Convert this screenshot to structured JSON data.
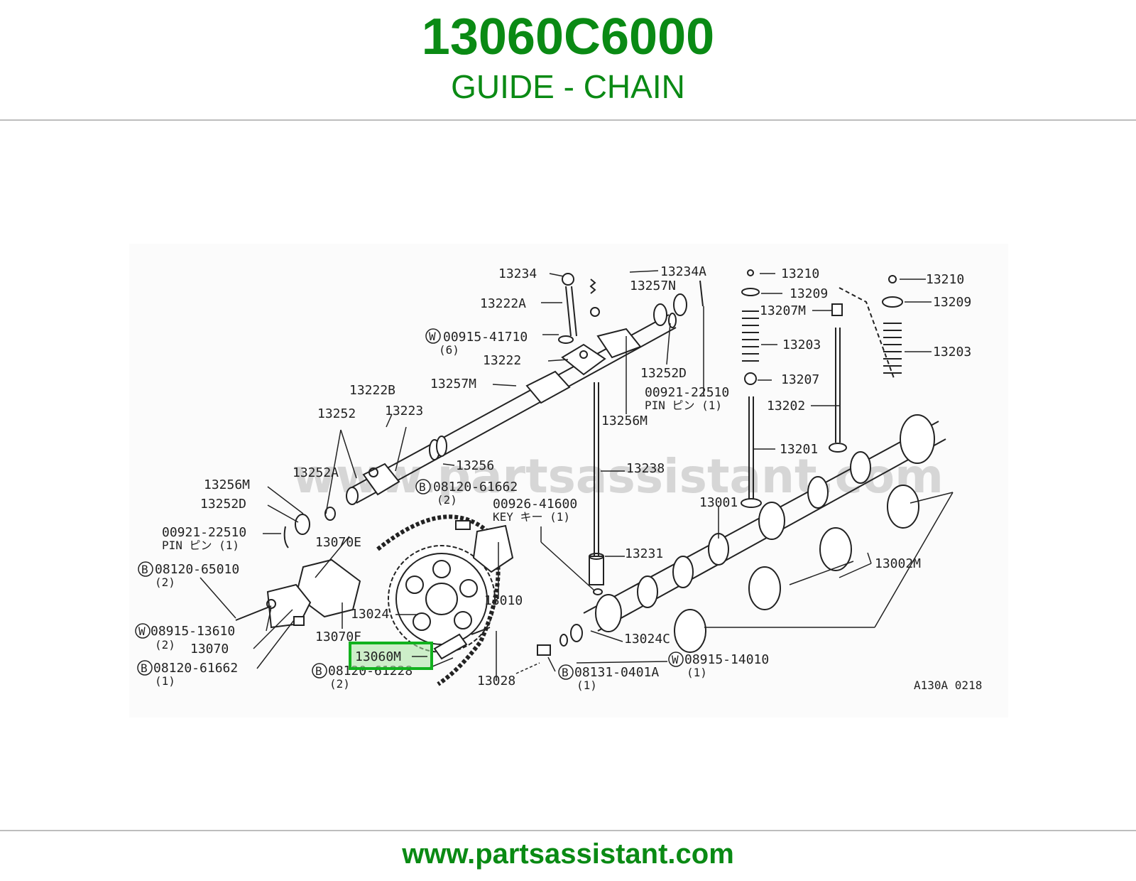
{
  "header": {
    "part_number": "13060C6000",
    "part_name": "GUIDE - CHAIN"
  },
  "diagram": {
    "watermark": "www.partsassistant.com",
    "highlighted_label": "13060M",
    "diagram_code": "A130A 0218",
    "callouts": [
      {
        "id": "c01",
        "text": "13234"
      },
      {
        "id": "c02",
        "text": "13234A"
      },
      {
        "id": "c03",
        "text": "13257N"
      },
      {
        "id": "c04",
        "text": "13222A"
      },
      {
        "id": "c05",
        "text": "00915-41710"
      },
      {
        "id": "c06",
        "text": "(6)"
      },
      {
        "id": "c07",
        "text": "13222"
      },
      {
        "id": "c08",
        "text": "13252D"
      },
      {
        "id": "c09",
        "text": "13257M"
      },
      {
        "id": "c10",
        "text": "00921-22510"
      },
      {
        "id": "c11",
        "text": "PIN  ピン  (1)"
      },
      {
        "id": "c12",
        "text": "13222B"
      },
      {
        "id": "c13",
        "text": "13256M"
      },
      {
        "id": "c14",
        "text": "13252"
      },
      {
        "id": "c15",
        "text": "13223"
      },
      {
        "id": "c16",
        "text": "13252A"
      },
      {
        "id": "c17",
        "text": "13256"
      },
      {
        "id": "c18",
        "text": "13238"
      },
      {
        "id": "c19",
        "text": "13256M"
      },
      {
        "id": "c20",
        "text": "08120-61662"
      },
      {
        "id": "c21",
        "text": "(2)"
      },
      {
        "id": "c22",
        "text": "13252D"
      },
      {
        "id": "c23",
        "text": "00926-41600"
      },
      {
        "id": "c24",
        "text": "KEY  キー  (1)"
      },
      {
        "id": "c25",
        "text": "00921-22510"
      },
      {
        "id": "c26",
        "text": "PIN  ピン  (1)"
      },
      {
        "id": "c27",
        "text": "13070E"
      },
      {
        "id": "c28",
        "text": "08120-65010"
      },
      {
        "id": "c29",
        "text": "(2)"
      },
      {
        "id": "c30",
        "text": "13010"
      },
      {
        "id": "c31",
        "text": "13231"
      },
      {
        "id": "c32",
        "text": "13024"
      },
      {
        "id": "c33",
        "text": "08915-13610"
      },
      {
        "id": "c34",
        "text": "(2)"
      },
      {
        "id": "c35",
        "text": "13070F"
      },
      {
        "id": "c36",
        "text": "13070"
      },
      {
        "id": "c37",
        "text": "08120-61662"
      },
      {
        "id": "c38",
        "text": "(1)"
      },
      {
        "id": "c39",
        "text": "08120-61228"
      },
      {
        "id": "c40",
        "text": "(2)"
      },
      {
        "id": "c41",
        "text": "13028"
      },
      {
        "id": "c42",
        "text": "08131-0401A"
      },
      {
        "id": "c43",
        "text": "(1)"
      },
      {
        "id": "c44",
        "text": "08915-14010"
      },
      {
        "id": "c45",
        "text": "(1)"
      },
      {
        "id": "c46",
        "text": "13024C"
      },
      {
        "id": "c47",
        "text": "13001"
      },
      {
        "id": "c48",
        "text": "13002M"
      },
      {
        "id": "c49",
        "text": "13210"
      },
      {
        "id": "c50",
        "text": "13209"
      },
      {
        "id": "c51",
        "text": "13207M"
      },
      {
        "id": "c52",
        "text": "13203"
      },
      {
        "id": "c53",
        "text": "13207"
      },
      {
        "id": "c54",
        "text": "13202"
      },
      {
        "id": "c55",
        "text": "13201"
      },
      {
        "id": "c56",
        "text": "13210"
      },
      {
        "id": "c57",
        "text": "13209"
      },
      {
        "id": "c58",
        "text": "13203"
      }
    ],
    "circle_markers": [
      {
        "id": "m1",
        "text": "W"
      },
      {
        "id": "m2",
        "text": "B"
      },
      {
        "id": "m3",
        "text": "B"
      },
      {
        "id": "m4",
        "text": "W"
      },
      {
        "id": "m5",
        "text": "B"
      },
      {
        "id": "m6",
        "text": "B"
      },
      {
        "id": "m7",
        "text": "B"
      },
      {
        "id": "m8",
        "text": "W"
      }
    ]
  },
  "footer": {
    "url": "www.partsassistant.com"
  }
}
